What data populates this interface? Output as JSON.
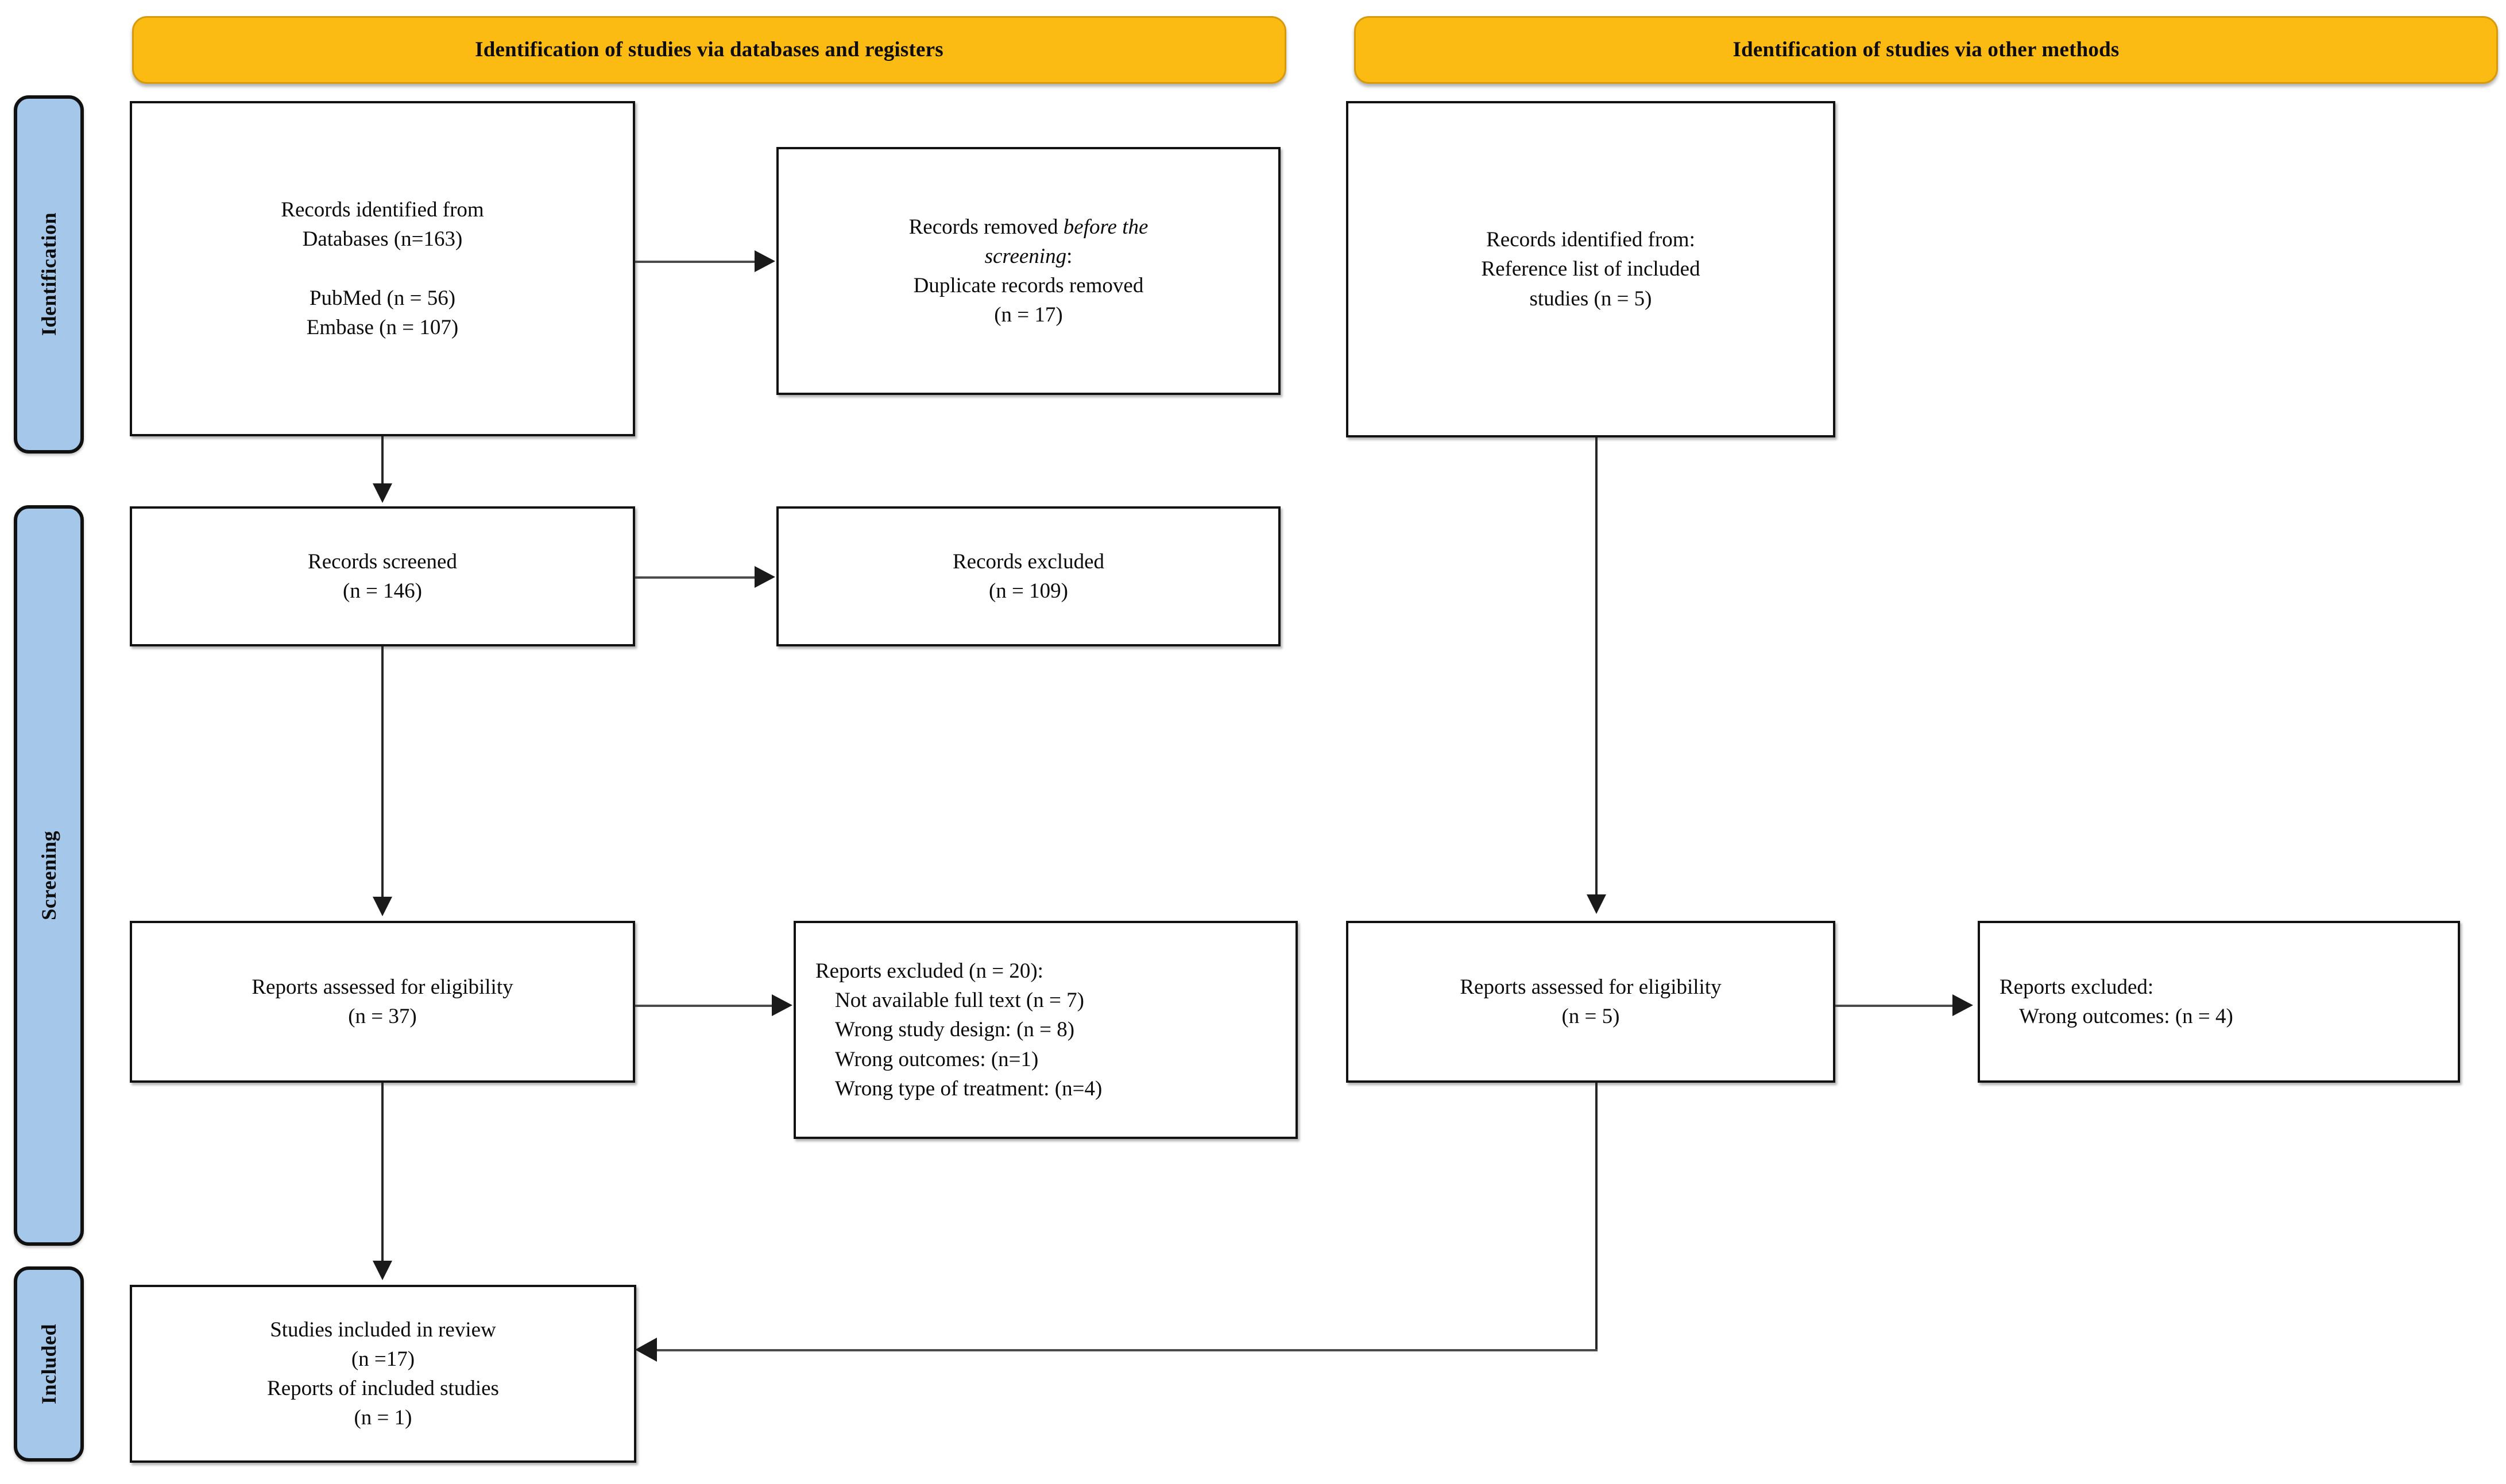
{
  "diagram": {
    "title": "PRISMA 2020 flow diagram",
    "colors": {
      "header_fill": "#FBBB12",
      "band_fill": "#A4C7EA",
      "box_border": "#121212",
      "connector": "#262626"
    }
  },
  "headers": {
    "databases": "Identification of studies via databases and registers",
    "other_methods": "Identification of studies via other methods"
  },
  "stages": {
    "identification": "Identification",
    "screening": "Screening",
    "included": "Included"
  },
  "boxes": {
    "records_identified": "Records identified from\nDatabases (n=163)\n\nPubMed (n = 56)\nEmbase (n = 107)",
    "records_removed_line1": "Records removed ",
    "records_removed_italic": "before the",
    "records_removed_italic2": "screening",
    "records_removed_line2": ":",
    "records_removed_line3": "Duplicate records removed",
    "records_removed_line4": "(n = 17)",
    "records_screened": "Records screened\n(n = 146)",
    "records_excluded": "Records excluded\n(n = 109)",
    "reports_assessed_left": "Reports assessed for eligibility\n(n = 37)",
    "reports_excluded_left_title": "Reports excluded (n = 20):",
    "reports_excluded_left_items": [
      "Not available full text (n = 7)",
      "Wrong study design: (n = 8)",
      "Wrong outcomes: (n=1)",
      "Wrong type of treatment: (n=4)"
    ],
    "studies_included": "Studies included in review\n(n =17)\nReports of included studies\n(n = 1)",
    "records_identified_other": "Records identified from:\nReference list of included\nstudies (n = 5)",
    "reports_assessed_right": "Reports assessed for eligibility\n(n = 5)",
    "reports_excluded_right_title": "Reports excluded:",
    "reports_excluded_right_items": [
      "Wrong outcomes: (n = 4)"
    ]
  },
  "chart_data": {
    "type": "diagram",
    "title": "PRISMA 2020 flow diagram for new systematic reviews",
    "nodes": [
      {
        "id": "records_identified",
        "label": "Records identified from Databases",
        "n": 163,
        "sources": [
          {
            "name": "PubMed",
            "n": 56
          },
          {
            "name": "Embase",
            "n": 107
          }
        ],
        "column": "databases",
        "stage": "Identification"
      },
      {
        "id": "records_removed",
        "label": "Records removed before the screening: Duplicate records removed",
        "n": 17,
        "column": "databases",
        "stage": "Identification"
      },
      {
        "id": "records_screened",
        "label": "Records screened",
        "n": 146,
        "column": "databases",
        "stage": "Screening"
      },
      {
        "id": "records_excluded",
        "label": "Records excluded",
        "n": 109,
        "column": "databases",
        "stage": "Screening"
      },
      {
        "id": "reports_assessed_left",
        "label": "Reports assessed for eligibility",
        "n": 37,
        "column": "databases",
        "stage": "Screening"
      },
      {
        "id": "reports_excluded_left",
        "label": "Reports excluded",
        "n": 20,
        "reasons": [
          {
            "reason": "Not available full text",
            "n": 7
          },
          {
            "reason": "Wrong study design",
            "n": 8
          },
          {
            "reason": "Wrong outcomes",
            "n": 1
          },
          {
            "reason": "Wrong type of treatment",
            "n": 4
          }
        ],
        "column": "databases",
        "stage": "Screening"
      },
      {
        "id": "records_identified_other",
        "label": "Records identified from: Reference list of included studies",
        "n": 5,
        "column": "other",
        "stage": "Identification"
      },
      {
        "id": "reports_assessed_right",
        "label": "Reports assessed for eligibility",
        "n": 5,
        "column": "other",
        "stage": "Screening"
      },
      {
        "id": "reports_excluded_right",
        "label": "Reports excluded",
        "reasons": [
          {
            "reason": "Wrong outcomes",
            "n": 4
          }
        ],
        "column": "other",
        "stage": "Screening"
      },
      {
        "id": "studies_included",
        "label": "Studies included in review",
        "n": 17,
        "reports_of_included_studies": 1,
        "column": "databases",
        "stage": "Included"
      }
    ],
    "edges": [
      {
        "from": "records_identified",
        "to": "records_removed"
      },
      {
        "from": "records_identified",
        "to": "records_screened"
      },
      {
        "from": "records_screened",
        "to": "records_excluded"
      },
      {
        "from": "records_screened",
        "to": "reports_assessed_left"
      },
      {
        "from": "reports_assessed_left",
        "to": "reports_excluded_left"
      },
      {
        "from": "reports_assessed_left",
        "to": "studies_included"
      },
      {
        "from": "records_identified_other",
        "to": "reports_assessed_right"
      },
      {
        "from": "reports_assessed_right",
        "to": "reports_excluded_right"
      },
      {
        "from": "reports_assessed_right",
        "to": "studies_included"
      }
    ]
  }
}
